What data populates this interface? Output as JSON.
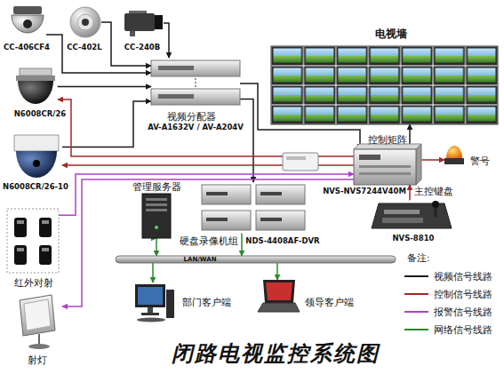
{
  "diagram": {
    "title": "闭路电视监控系统图",
    "nodes": [
      {
        "text": [
          "CC-406CF4"
        ]
      },
      {
        "text": [
          "CC-402L"
        ]
      },
      {
        "text": [
          "CC-240B"
        ]
      },
      {
        "text": [
          "N6008CR/26"
        ]
      },
      {
        "text": [
          "N6008CR/26-10"
        ]
      },
      {
        "text": [
          "红外对射"
        ]
      },
      {
        "text": [
          "射灯"
        ]
      },
      {
        "text": [
          "视频分配器",
          "AV-A1632V / AV-A204V"
        ]
      },
      {
        "text": [
          "电视墙"
        ]
      },
      {
        "text": [
          "控制矩阵",
          "NVS-NVS7244V40M"
        ]
      },
      {
        "text": [
          "警号"
        ]
      },
      {
        "text": [
          "主控键盘",
          "NVS-8810"
        ]
      },
      {
        "text": [
          "管理服务器"
        ]
      },
      {
        "text": [
          "硬盘录像机组",
          "NDS-4408AF-DVR"
        ]
      },
      {
        "text": [
          "LAN/WAN"
        ]
      },
      {
        "text": [
          "部门客户端"
        ]
      },
      {
        "text": [
          "领导客户端"
        ]
      }
    ],
    "edges": [
      {
        "from": 0,
        "to": 7,
        "arrow": "to"
      },
      {
        "from": 1,
        "to": 7,
        "arrow": "to"
      },
      {
        "from": 2,
        "to": 7,
        "arrow": "to"
      },
      {
        "from": 3,
        "to": 7,
        "arrow": "to"
      },
      {
        "from": 4,
        "to": 7,
        "arrow": "to"
      },
      {
        "from": 7,
        "to": 9,
        "arrow": "to"
      },
      {
        "from": 7,
        "to": 13,
        "arrow": "to"
      },
      {
        "from": 9,
        "to": 8,
        "arrow": "to"
      },
      {
        "from": 9,
        "to": 3,
        "arrow": "to"
      },
      {
        "from": 9,
        "to": 4,
        "arrow": "to"
      },
      {
        "from": 9,
        "to": 10,
        "arrow": "to"
      },
      {
        "from": 11,
        "to": 9,
        "arrow": "to"
      },
      {
        "from": 5,
        "to": 9,
        "arrow": "to"
      },
      {
        "from": 9,
        "to": 6,
        "arrow": "to"
      },
      {
        "from": 12,
        "to": 14,
        "arrow": "both"
      },
      {
        "from": 13,
        "to": 14,
        "arrow": "to"
      },
      {
        "from": 14,
        "to": 15,
        "arrow": "to"
      },
      {
        "from": 14,
        "to": 16,
        "arrow": "to"
      }
    ],
    "labels": [
      "备注:"
    ],
    "legend": [
      {
        "text": "视频信号线路"
      },
      {
        "text": "控制信号线路"
      },
      {
        "text": "报警信号线路"
      },
      {
        "text": "网络信号线路"
      }
    ]
  }
}
